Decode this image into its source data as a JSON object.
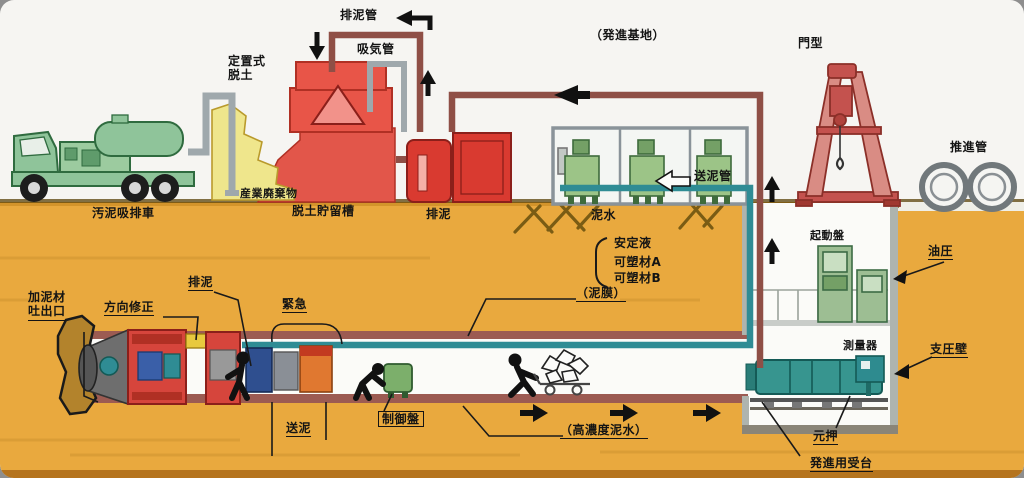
{
  "diagram": {
    "type": "pipe-jacking-tunneling-method-cutaway",
    "labels": {
      "discharge_pipe": "排泥管",
      "air_intake_pipe": "吸気管",
      "stationary_soil_removal": "定置式\n脱土",
      "launch_base": "（発進基地）",
      "gantry": "門型",
      "jacking_pipes": "推進管",
      "sludge_suction_truck": "汚泥吸排車",
      "industrial_waste": "産業廃棄物",
      "soil_storage_tank": "脱土貯留槽",
      "discharge_unit": "排泥",
      "slurry": "泥水",
      "slurry_feed_pipe": "送泥管",
      "stabilizer_liquid": "安定液",
      "plastic_material_a": "可塑材A",
      "plastic_material_b": "可塑材B",
      "mud_film": "（泥膜）",
      "mud_additive_outlet": "加泥材\n吐出口",
      "direction_correction": "方向修正",
      "tunnel_discharge": "排泥",
      "emergency": "緊急",
      "slurry_feed": "送泥",
      "control_panel": "制御盤",
      "high_density_slurry": "（高濃度泥水）",
      "starter_panel": "起動盤",
      "hydraulic": "油圧",
      "survey_instrument": "測量器",
      "reaction_wall": "支圧壁",
      "main_jack": "元押",
      "launch_cradle": "発進用受台"
    },
    "colors": {
      "soil": "#E9A93E",
      "machine_red": "#D6453C",
      "pipe_teal": "#2F8C94",
      "pipe_maroon": "#8F4F46",
      "plant_green": "#9CC487",
      "crane_red": "#C4524E",
      "truck_green": "#8FC49A",
      "waste_yellow": "#EFE68C",
      "tunnel_lining": "#9C5B52"
    }
  }
}
